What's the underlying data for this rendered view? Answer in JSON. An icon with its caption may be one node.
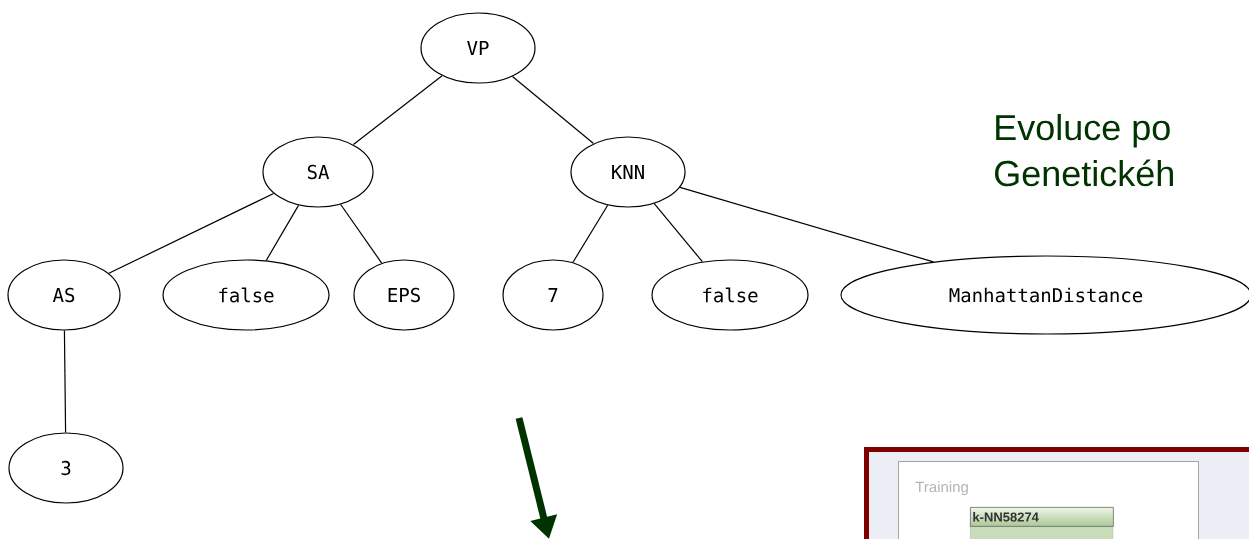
{
  "diagram": {
    "nodes": [
      {
        "text": [
          "VP"
        ]
      },
      {
        "text": [
          "SA"
        ]
      },
      {
        "text": [
          "KNN"
        ]
      },
      {
        "text": [
          "AS"
        ]
      },
      {
        "text": [
          "false"
        ]
      },
      {
        "text": [
          "EPS"
        ]
      },
      {
        "text": [
          "7"
        ]
      },
      {
        "text": [
          "false"
        ]
      },
      {
        "text": [
          "ManhattanDistance"
        ]
      },
      {
        "text": [
          "3"
        ]
      },
      {
        "text": [],
        "shape": "box"
      },
      {
        "text": [
          "Training"
        ],
        "in": 10
      },
      {
        "text": [
          "k-NN58274"
        ],
        "in": 11
      }
    ],
    "edges": [
      {
        "from": 0,
        "to": 1,
        "arrow": "none"
      },
      {
        "from": 0,
        "to": 2,
        "arrow": "none"
      },
      {
        "from": 1,
        "to": 3,
        "arrow": "none"
      },
      {
        "from": 1,
        "to": 4,
        "arrow": "none"
      },
      {
        "from": 1,
        "to": 5,
        "arrow": "none"
      },
      {
        "from": 2,
        "to": 6,
        "arrow": "none"
      },
      {
        "from": 2,
        "to": 7,
        "arrow": "none"
      },
      {
        "from": 2,
        "to": 8,
        "arrow": "none"
      },
      {
        "from": 3,
        "to": 9,
        "arrow": "none"
      }
    ],
    "labels": [
      "Evoluce po",
      "Genetickéh"
    ]
  }
}
